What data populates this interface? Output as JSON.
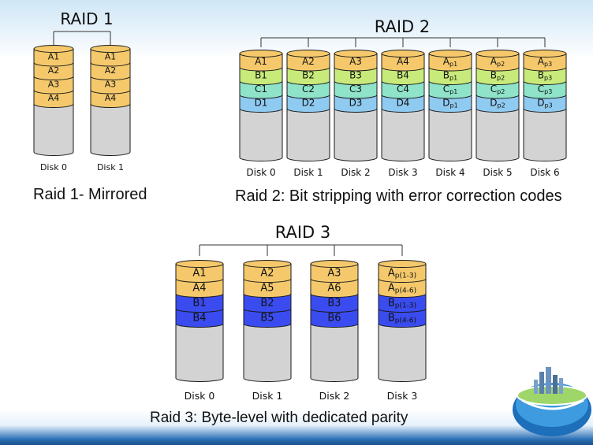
{
  "raid1": {
    "title": "RAID 1",
    "caption": "Raid 1- Mirrored",
    "disks": [
      {
        "label": "Disk 0",
        "blocks": [
          "A1",
          "A2",
          "A3",
          "A4"
        ]
      },
      {
        "label": "Disk 1",
        "blocks": [
          "A1",
          "A2",
          "A3",
          "A4"
        ]
      }
    ]
  },
  "raid2": {
    "title": "RAID 2",
    "caption": "Raid 2: Bit stripping with error correction codes",
    "disks": [
      {
        "label": "Disk 0",
        "blocks": [
          {
            "t": "A1"
          },
          {
            "t": "B1"
          },
          {
            "t": "C1"
          },
          {
            "t": "D1"
          }
        ]
      },
      {
        "label": "Disk 1",
        "blocks": [
          {
            "t": "A2"
          },
          {
            "t": "B2"
          },
          {
            "t": "C2"
          },
          {
            "t": "D2"
          }
        ]
      },
      {
        "label": "Disk 2",
        "blocks": [
          {
            "t": "A3"
          },
          {
            "t": "B3"
          },
          {
            "t": "C3"
          },
          {
            "t": "D3"
          }
        ]
      },
      {
        "label": "Disk 3",
        "blocks": [
          {
            "t": "A4"
          },
          {
            "t": "B4"
          },
          {
            "t": "C4"
          },
          {
            "t": "D4"
          }
        ]
      },
      {
        "label": "Disk 4",
        "blocks": [
          {
            "t": "A",
            "s": "p1"
          },
          {
            "t": "B",
            "s": "p1"
          },
          {
            "t": "C",
            "s": "p1"
          },
          {
            "t": "D",
            "s": "p1"
          }
        ]
      },
      {
        "label": "Disk 5",
        "blocks": [
          {
            "t": "A",
            "s": "p2"
          },
          {
            "t": "B",
            "s": "p2"
          },
          {
            "t": "C",
            "s": "p2"
          },
          {
            "t": "D",
            "s": "p2"
          }
        ]
      },
      {
        "label": "Disk 6",
        "blocks": [
          {
            "t": "A",
            "s": "p3"
          },
          {
            "t": "B",
            "s": "p3"
          },
          {
            "t": "C",
            "s": "p3"
          },
          {
            "t": "D",
            "s": "p3"
          }
        ]
      }
    ]
  },
  "raid3": {
    "title": "RAID 3",
    "caption": "Raid 3: Byte-level with dedicated  parity",
    "disks": [
      {
        "label": "Disk 0",
        "blocks": [
          {
            "t": "A1"
          },
          {
            "t": "A4"
          },
          {
            "t": "B1"
          },
          {
            "t": "B4"
          }
        ]
      },
      {
        "label": "Disk 1",
        "blocks": [
          {
            "t": "A2"
          },
          {
            "t": "A5"
          },
          {
            "t": "B2"
          },
          {
            "t": "B5"
          }
        ]
      },
      {
        "label": "Disk 2",
        "blocks": [
          {
            "t": "A3"
          },
          {
            "t": "A6"
          },
          {
            "t": "B3"
          },
          {
            "t": "B6"
          }
        ]
      },
      {
        "label": "Disk 3",
        "blocks": [
          {
            "t": "A",
            "s": "p(1-3)"
          },
          {
            "t": "A",
            "s": "p(4-6)"
          },
          {
            "t": "B",
            "s": "p(1-3)"
          },
          {
            "t": "B",
            "s": "p(4-6)"
          }
        ]
      }
    ]
  },
  "colors": {
    "orange": "#f5c96b",
    "green": "#c8ea7a",
    "teal": "#8ee3c8",
    "blue": "#8fcaf0",
    "royal": "#3a4cf0",
    "grey": "#d3d3d3",
    "stroke": "#1a1a1a"
  },
  "logo": {
    "icon": "city-globe-icon"
  }
}
